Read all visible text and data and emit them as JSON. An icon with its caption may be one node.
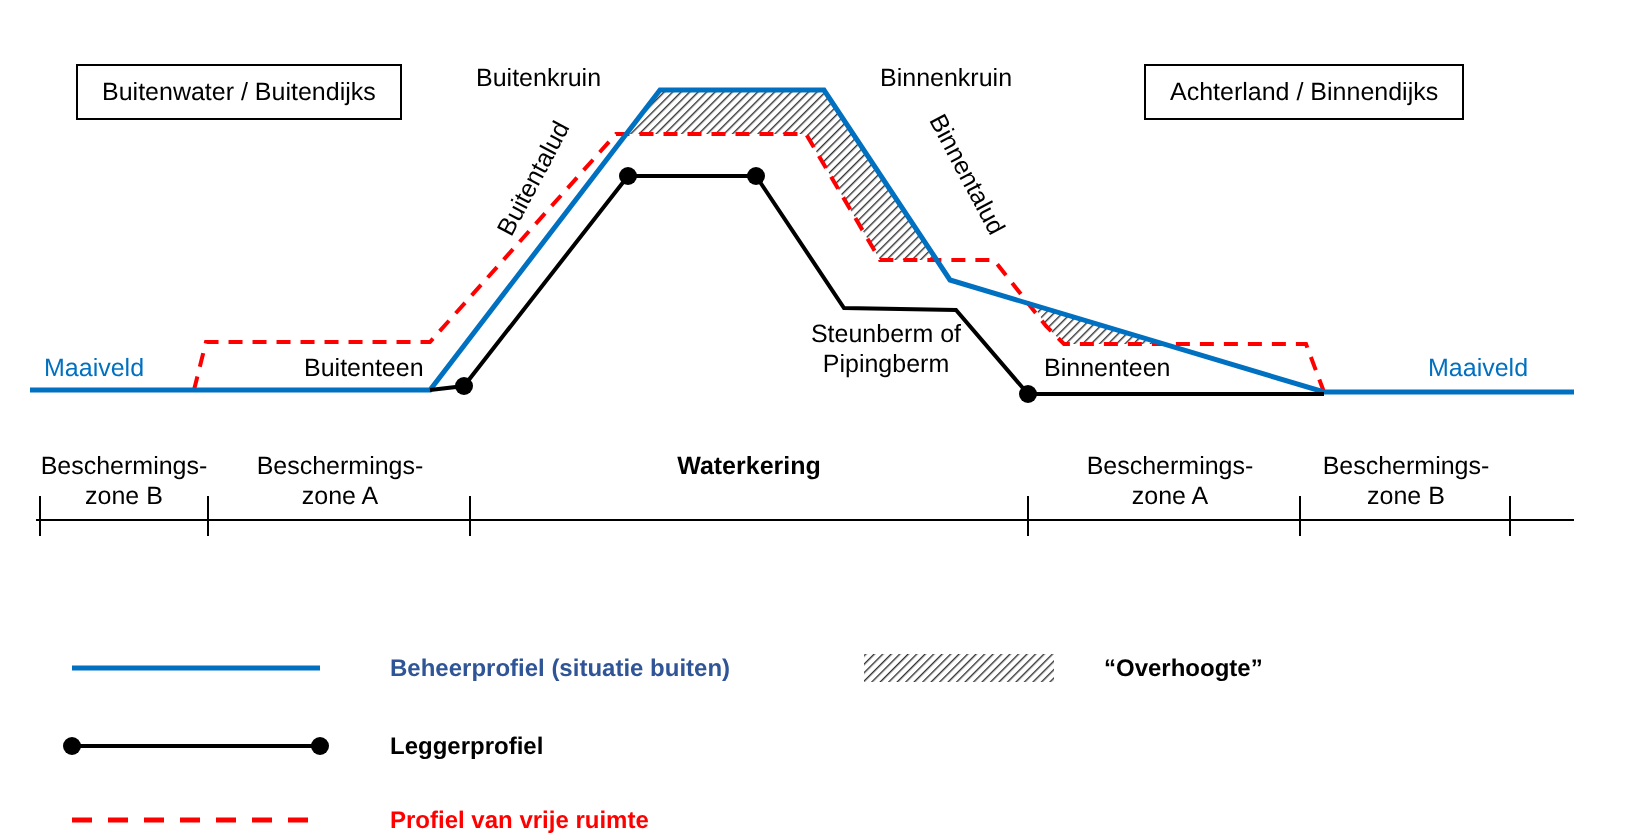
{
  "diagram": {
    "nodes": [
      {
        "text": [
          "Buitenwater / Buitendijks"
        ]
      },
      {
        "text": [
          "Achterland / Binnendijks"
        ]
      }
    ],
    "edges": [],
    "labels": [
      "Buitenkruin",
      "Binnenkruin",
      "Buitentalud",
      "Binnentalud",
      "Maaiveld",
      "Buitenteen",
      "Steunberm of Pipingberm",
      "Binnenteen",
      "Maaiveld",
      "Beschermings- zone B",
      "Beschermings- zone A",
      "Waterkering",
      "Beschermings- zone A",
      "Beschermings- zone B"
    ],
    "legend": [
      {
        "text": "Beheerprofiel (situatie buiten)"
      },
      {
        "text": "“Overhoogte”"
      },
      {
        "text": "Leggerprofiel"
      },
      {
        "text": "Profiel van vrije ruimte"
      }
    ]
  }
}
